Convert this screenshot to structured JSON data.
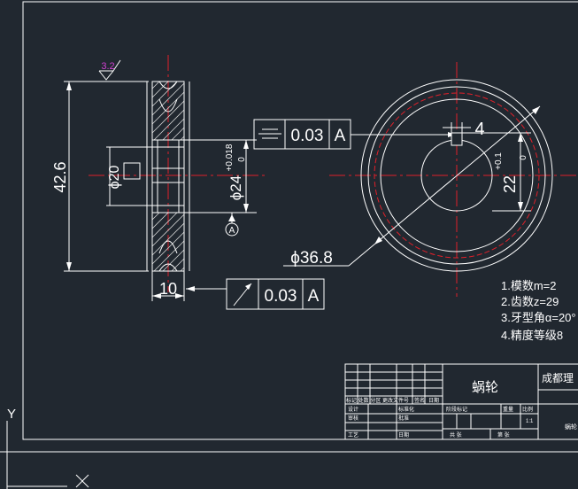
{
  "dimensions": {
    "outer_height": "42.6",
    "hub_dia": "ϕ20",
    "bore_dia": "ϕ24",
    "bore_tol": "+0.018",
    "bore_tol2": "0",
    "width": "10",
    "outer_dia": "ϕ36.8",
    "keyway_width": "4",
    "keyway_depth": "22",
    "keyway_tol": "+0.1",
    "keyway_tol2": "0",
    "roughness": "3.2"
  },
  "tolerances": {
    "symmetry_value": "0.03",
    "symmetry_datum": "A",
    "runout_value": "0.03",
    "runout_datum": "A",
    "datum_label": "A"
  },
  "notes": [
    "1.模数m=2",
    "2.齿数z=29",
    "3.牙型角α=20°",
    "4.精度等级8"
  ],
  "title_block": {
    "part_name": "蜗轮",
    "company": "成都理",
    "labels": {
      "mark": "标记 处数 分区 更改文件号",
      "sign": "签名",
      "date": "日期",
      "design": "设计",
      "standard": "标准化",
      "check": "审核",
      "process": "工艺",
      "approve": "批准",
      "date2": "日期",
      "stage": "阶段标记",
      "weight": "重量",
      "scale": "比例",
      "ratio": "1:1",
      "total": "共 张",
      "sheet": "第 张",
      "drawing_no": "蜗轮"
    }
  },
  "ucs": {
    "axis_y": "Y"
  },
  "colors": {
    "background": "#212830",
    "line": "#ffffff",
    "centerline": "#e0202a",
    "roughness": "#d040d0"
  }
}
